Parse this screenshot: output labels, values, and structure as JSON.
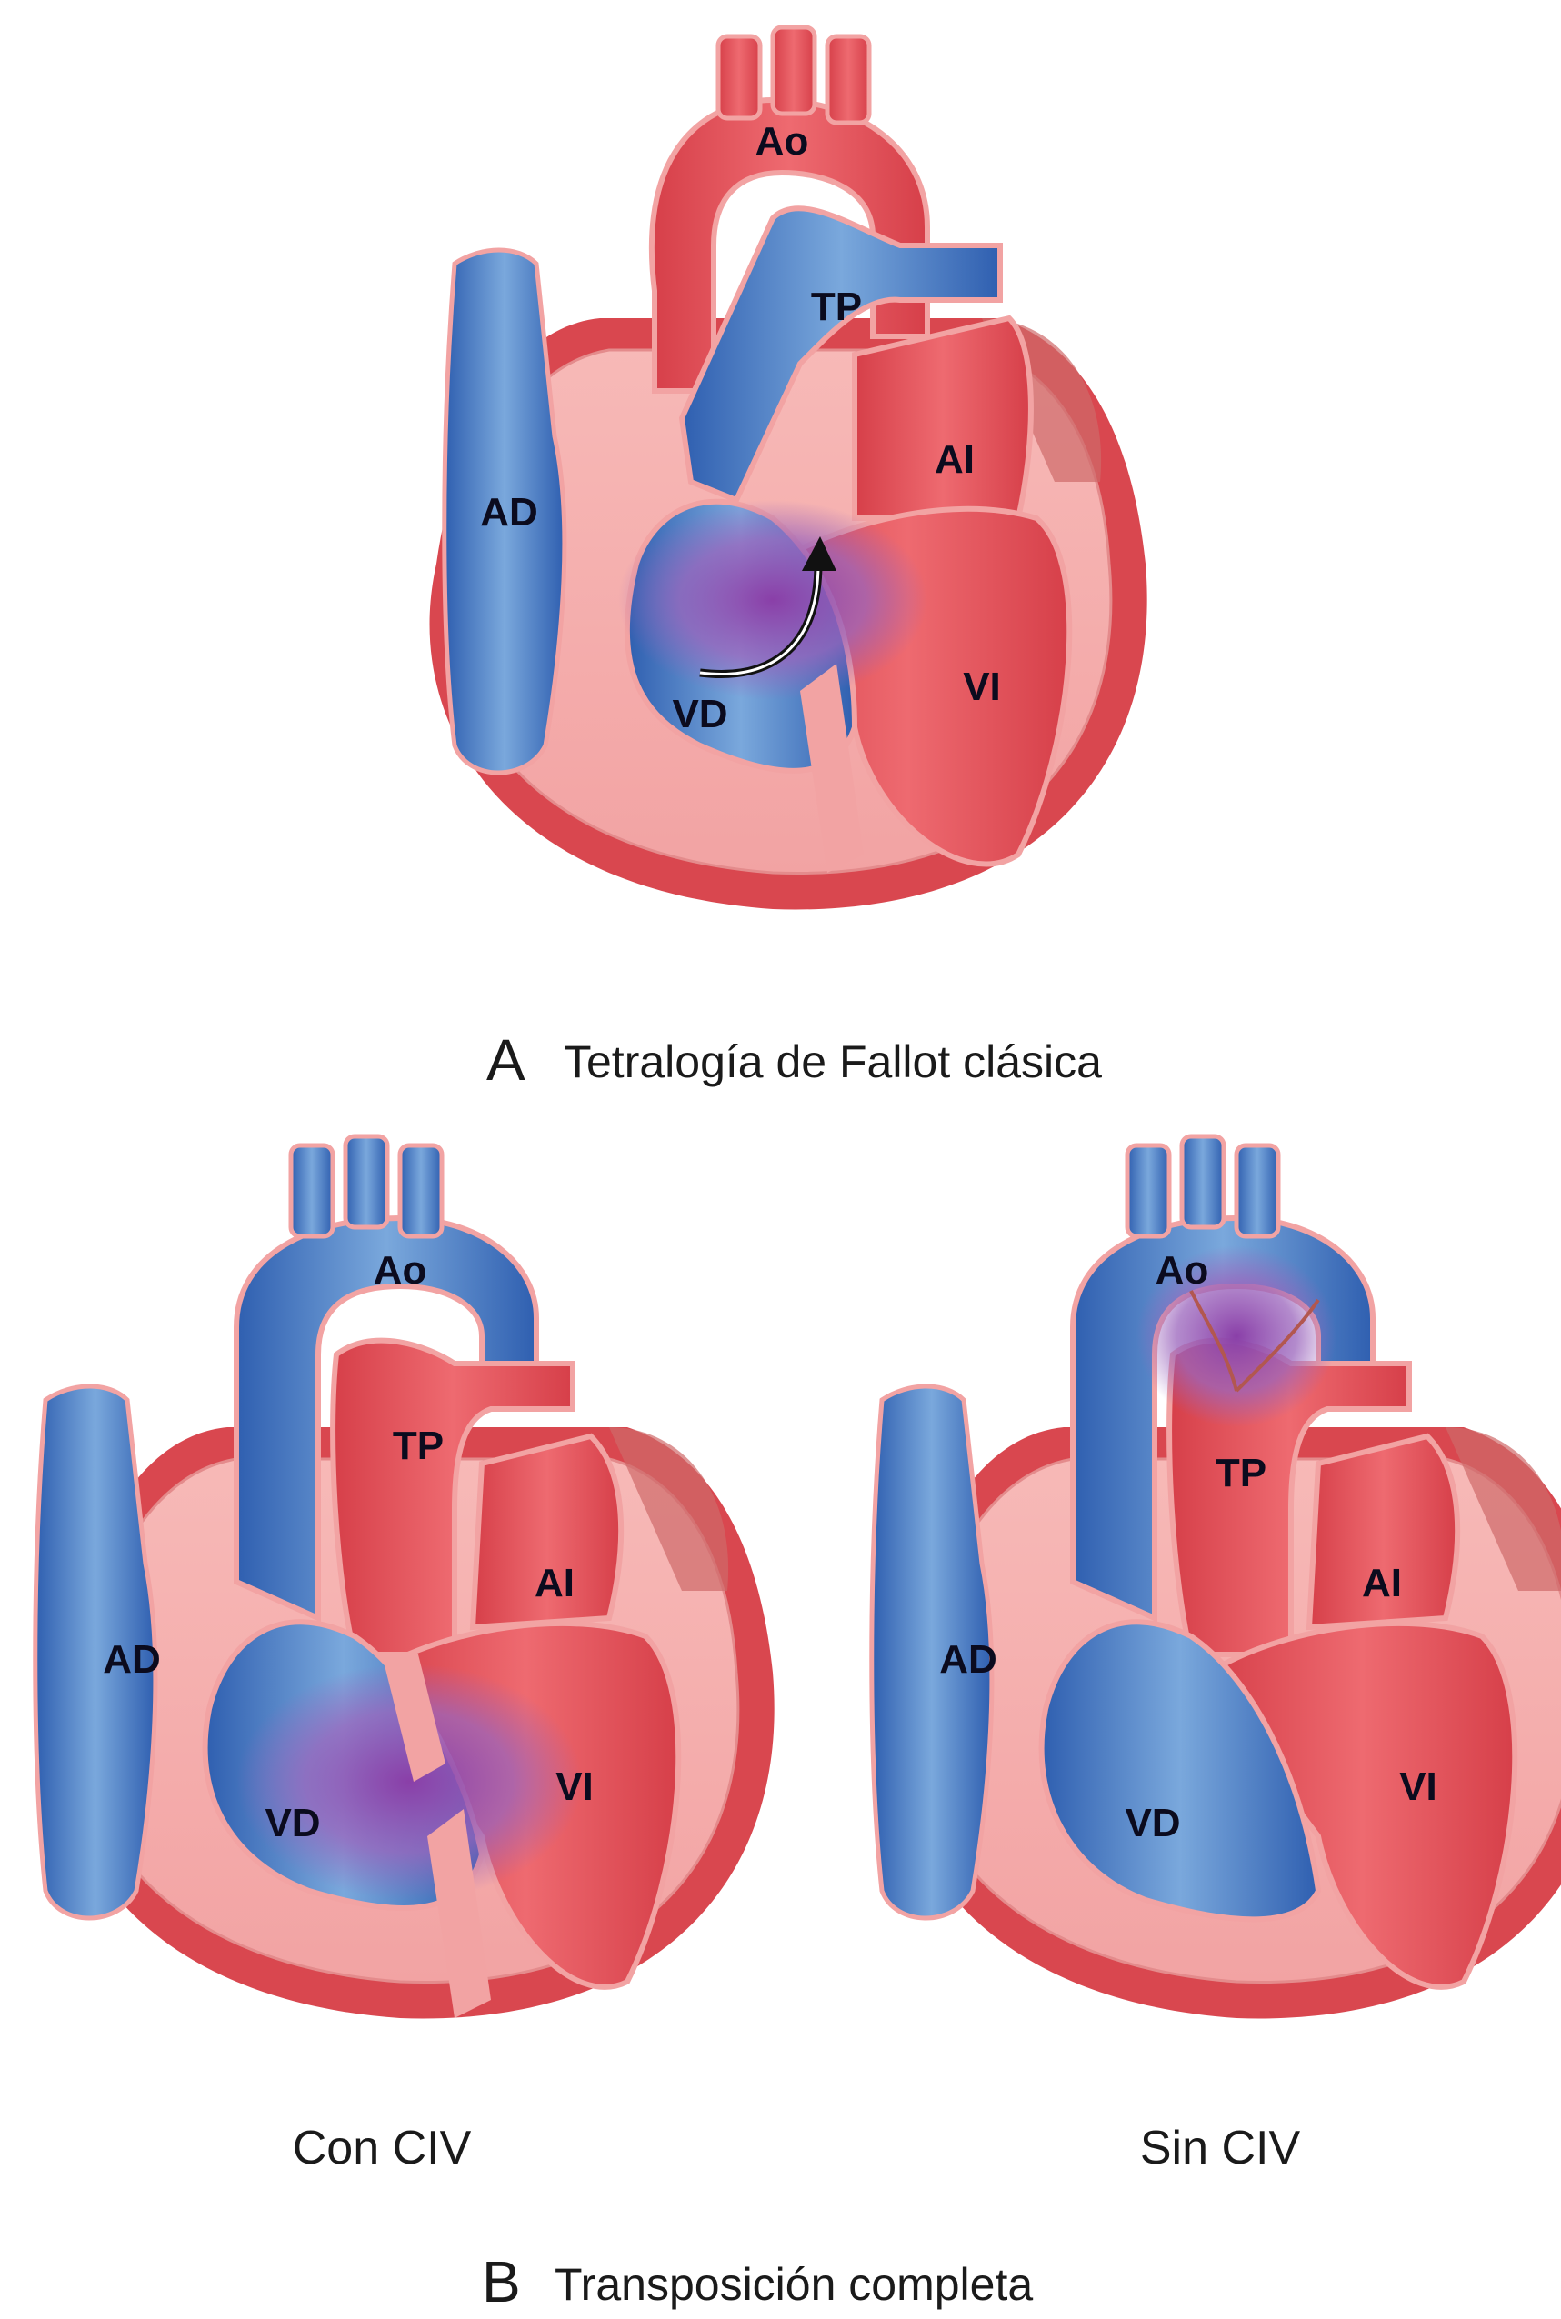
{
  "figure_a": {
    "letter": "A",
    "caption": "Tetralogía de Fallot clásica",
    "labels": {
      "ao": "Ao",
      "tp": "TP",
      "ai": "AI",
      "ad": "AD",
      "vd": "VD",
      "vi": "VI"
    }
  },
  "figure_b": {
    "letter": "B",
    "caption": "Transposición completa",
    "left": {
      "subcaption": "Con CIV",
      "labels": {
        "ao": "Ao",
        "tp": "TP",
        "ai": "AI",
        "ad": "AD",
        "vd": "VD",
        "vi": "VI"
      }
    },
    "right": {
      "subcaption": "Sin CIV",
      "labels": {
        "ao": "Ao",
        "tp": "TP",
        "ai": "AI",
        "ad": "AD",
        "vd": "VD",
        "vi": "VI"
      }
    }
  },
  "colors": {
    "oxygenated": "#e4545d",
    "deoxygenated": "#4a7fc4",
    "myocardium": "#f4aaa9",
    "mixed": "#8a4fb0"
  }
}
